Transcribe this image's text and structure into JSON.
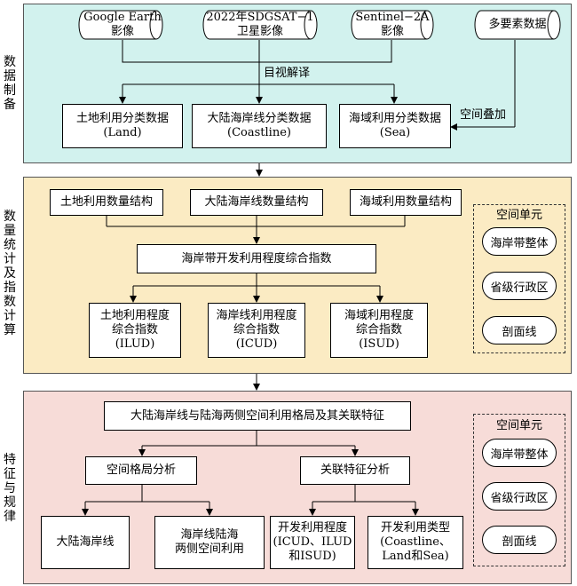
{
  "side_labels": {
    "data_prep": [
      "数",
      "据",
      "制",
      "备"
    ],
    "stats": [
      "数",
      "量",
      "统",
      "计",
      "及",
      "指",
      "数",
      "计",
      "算"
    ],
    "features": [
      "特",
      "征",
      "与",
      "规",
      "律"
    ]
  },
  "section1": {
    "sources": {
      "google": [
        "Google Earth",
        "影像"
      ],
      "sdgsat": [
        "2022年SDGSAT−1",
        "卫星影像"
      ],
      "sentinel": [
        "Sentinel−2A",
        "影像"
      ],
      "multi": "多要素数据"
    },
    "visual_label": "目视解译",
    "overlay_label": "空间叠加",
    "land": [
      "土地利用分类数据",
      "(Land)"
    ],
    "coastline": [
      "大陆海岸线分类数据",
      "(Coastline)"
    ],
    "sea": [
      "海域利用分类数据",
      "(Sea)"
    ]
  },
  "section2": {
    "land_struct": "土地利用数量结构",
    "coast_struct": "大陆海岸线数量结构",
    "sea_struct": "海域利用数量结构",
    "composite": "海岸带开发利用程度综合指数",
    "ilud": [
      "土地利用程度",
      "综合指数",
      "(ILUD)"
    ],
    "icud": [
      "海岸线利用程度",
      "综合指数",
      "(ICUD)"
    ],
    "isud": [
      "海域利用程度",
      "综合指数",
      "(ISUD)"
    ],
    "units_title": "空间单元",
    "units": [
      "海岸带整体",
      "省级行政区",
      "剖面线"
    ]
  },
  "section3": {
    "main": "大陆海岸线与陆海两侧空间利用格局及其关联特征",
    "spatial": "空间格局分析",
    "assoc": "关联特征分析",
    "coastline": "大陆海岸线",
    "land_sea": [
      "海岸线陆海",
      "两侧空间利用"
    ],
    "degree": [
      "开发利用程度",
      "(ICUD、ILUD",
      "和ISUD)"
    ],
    "type": [
      "开发利用类型",
      "(Coastline、",
      "Land和Sea)"
    ],
    "units_title": "空间单元",
    "units": [
      "海岸带整体",
      "省级行政区",
      "剖面线"
    ]
  }
}
